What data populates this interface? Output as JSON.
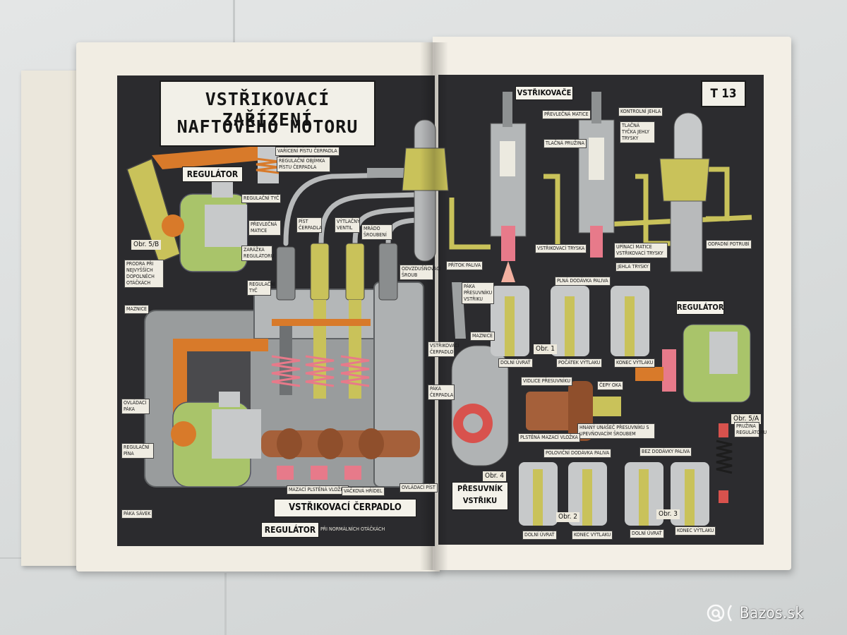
{
  "page_left": {
    "title_line1": "VSTŘIKOVACÍ ZAŘÍZENÍ",
    "title_line2": "NAFTOVÉHO MOTORU",
    "big_labels": {
      "regulator_top": "REGULÁTOR",
      "pump": "VSTŘIKOVACÍ ČERPADLO",
      "regulator_bottom": "REGULÁTOR"
    },
    "regulator_bottom_note": "PŘI NORMÁLNÍCH OTÁČKÁCH",
    "obr_5b": "Obr. 5/B",
    "small_labels": [
      "VAŘÍCENÍ PÍSTU ČERPADLA",
      "REGULAČNÍ OBJÍMKA PÍSTU ČERPADLA",
      "REGULAČNÍ TYČ",
      "PÍST ČERPADLA",
      "VÝTLAČNÝ VENTIL",
      "MRÁDO ŠROUBENÍ",
      "PŘEVLEČNÁ MATICE",
      "ZARÁŽKA REGULÁTORU",
      "PRODRA PŘI NEJVYŠŠÍCH DOPOLNĚCH OTÁČKÁCH",
      "REGULAČNÍ TYČ",
      "MAZNICE",
      "ODVZDUŠŇOVACÍ ŠROUB",
      "OVLÁDACÍ PÁKA",
      "REGULAČNÍ PÍNA",
      "VSTŘIKOVACÍ ČERPADLO",
      "PÁKA ČERPADLA",
      "MAZACÍ PLSTĚNÁ VLOŽKA",
      "VAČKOVÁ HŘÍDEL",
      "OVLÁDACÍ PÍST",
      "PÁKA SÁVEK"
    ]
  },
  "page_right": {
    "plate_number": "T 13",
    "big_labels": {
      "injectors": "VSTŘIKOVAČE",
      "regulator": "REGULÁTOR",
      "shifter_line1": "PŘESUVNÍK",
      "shifter_line2": "VSTŘIKU"
    },
    "obr_labels": [
      "Obr. 1",
      "Obr. 2",
      "Obr. 3",
      "Obr. 4",
      "Obr. 5/A"
    ],
    "small_labels": [
      "PŘÍTOK PALIVA",
      "PŘEVLEČNÁ MATICE",
      "TLAČNÁ PRUŽINA",
      "KONTROLNÍ JEHLA",
      "TLAČNÁ TYČKA JEHLY TRYSKY",
      "VSTŘIKOVACÍ TRYSKA",
      "UPÍNACÍ MATICE VSTŘIKOVACÍ TRYSKY",
      "JEHLA TRYSKY",
      "ODPADNÍ POTRUBÍ",
      "PÁKA PŘESUVNÍKU VSTŘIKU",
      "MAZNICE",
      "PLNÁ DODÁVKA PALIVA",
      "DOLNÍ ÚVRAŤ",
      "POČÁTEK VÝTLAKU",
      "KONEC VÝTLAKU",
      "VIDLICE PŘESUVNÍKU",
      "ČEPY OKA",
      "HNANÝ UNAŠEČ PŘESUVNÍKU S UPEVŇOVACÍM ŠROUBEM",
      "PLSTĚNÁ MAZACÍ VLOŽKA",
      "POLOVIČNÍ DODÁVKA PALIVA",
      "BEZ DODÁVKY PALIVA",
      "PRUŽINA REGULÁTORU",
      "DOLNÍ ÚVRAŤ",
      "KONEC VÝTLAKU",
      "DOLNÍ ÚVRAŤ",
      "KONEC VÝTLAKU"
    ]
  },
  "watermark": {
    "text": "Bazos.sk",
    "icon": "at-sign-icon"
  },
  "colors": {
    "plate_bg": "#2b2b2e",
    "page_paper": "#f1ede3",
    "pump_gray": "#a7aaaa",
    "brass": "#c9c25a",
    "orange_linkage": "#d87a2a",
    "copper": "#a5603a",
    "pink_accent": "#e77a8a",
    "regulator_green": "#a9c46a"
  }
}
